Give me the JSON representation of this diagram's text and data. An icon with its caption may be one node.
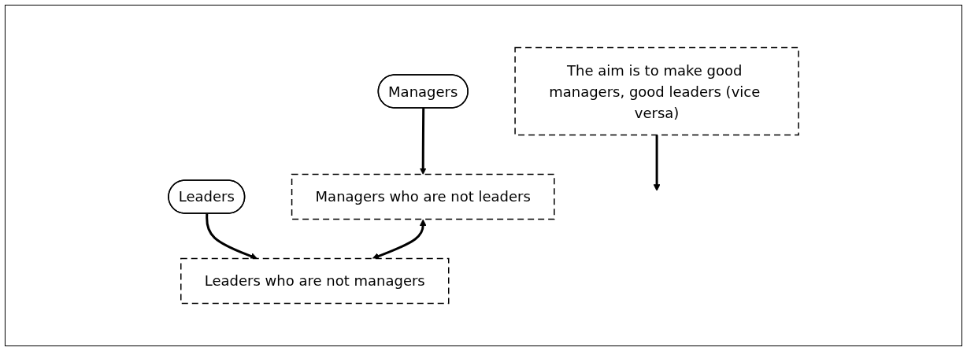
{
  "diagram": {
    "nodes": [
      {
        "text": [
          "The aim is to make good managers, good leaders (vice versa)"
        ]
      },
      {
        "text": [
          "Managers"
        ]
      },
      {
        "text": [
          "Leaders"
        ]
      },
      {
        "text": [
          "Managers who are not leaders"
        ]
      },
      {
        "text": [
          "Leaders who are not managers"
        ]
      }
    ],
    "edges": [
      {
        "from": 0,
        "to": null,
        "arrow": "to"
      },
      {
        "from": 1,
        "to": 3,
        "arrow": "to"
      },
      {
        "from": 2,
        "to": 4,
        "arrow": "to"
      },
      {
        "from": 3,
        "to": 4,
        "arrow": "both"
      }
    ]
  }
}
